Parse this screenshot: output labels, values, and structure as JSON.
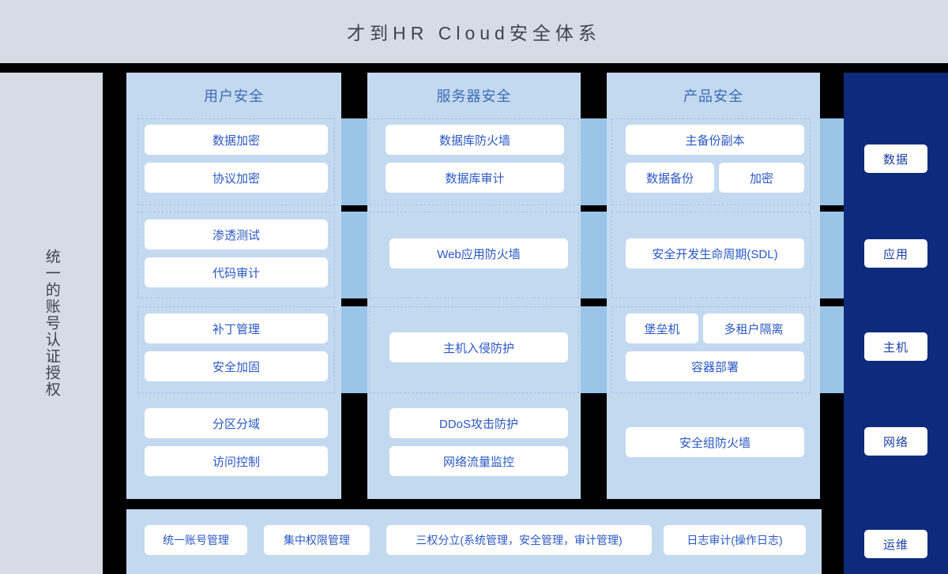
{
  "header": {
    "title": "才到HR Cloud安全体系"
  },
  "left_rail": {
    "label": "统一的账号认证授权"
  },
  "right_rail": {
    "background_color": "#0e2a7c",
    "chips": [
      {
        "label": "数据"
      },
      {
        "label": "应用"
      },
      {
        "label": "主机"
      },
      {
        "label": "网络"
      },
      {
        "label": "运维"
      }
    ]
  },
  "columns": [
    {
      "title": "用户安全",
      "groups": [
        {
          "dashed": true,
          "items": [
            {
              "label": "数据加密"
            },
            {
              "label": "协议加密"
            }
          ]
        },
        {
          "dashed": true,
          "items": [
            {
              "label": "渗透测试"
            },
            {
              "label": "代码审计"
            }
          ]
        },
        {
          "dashed": true,
          "items": [
            {
              "label": "补丁管理"
            },
            {
              "label": "安全加固"
            }
          ]
        },
        {
          "dashed": false,
          "items": [
            {
              "label": "分区分域"
            },
            {
              "label": "访问控制"
            }
          ]
        }
      ]
    },
    {
      "title": "服务器安全",
      "groups": [
        {
          "dashed": true,
          "items": [
            {
              "label": "数据库防火墙"
            },
            {
              "label": "数据库审计"
            }
          ]
        },
        {
          "dashed": true,
          "items": [
            {
              "label": "Web应用防火墙"
            }
          ]
        },
        {
          "dashed": true,
          "items": [
            {
              "label": "主机入侵防护"
            }
          ]
        },
        {
          "dashed": false,
          "items": [
            {
              "label": "DDoS攻击防护"
            },
            {
              "label": "网络流量监控"
            }
          ]
        }
      ]
    },
    {
      "title": "产品安全",
      "groups": [
        {
          "dashed": true,
          "items": [
            {
              "label": "主备份副本"
            },
            {
              "label": "数据备份"
            },
            {
              "label": "加密"
            }
          ]
        },
        {
          "dashed": true,
          "items": [
            {
              "label": "安全开发生命周期(SDL)"
            }
          ]
        },
        {
          "dashed": true,
          "items": [
            {
              "label": "堡垒机"
            },
            {
              "label": "多租户隔离"
            },
            {
              "label": "容器部署"
            }
          ]
        },
        {
          "dashed": false,
          "items": [
            {
              "label": "安全组防火墙"
            }
          ]
        }
      ]
    }
  ],
  "bottom_bar": {
    "chips": [
      {
        "label": "统一账号管理"
      },
      {
        "label": "集中权限管理"
      },
      {
        "label": "三权分立(系统管理，安全管理，审计管理)"
      },
      {
        "label": "日志审计(操作日志)"
      }
    ]
  },
  "colors": {
    "page_background": "#000000",
    "header_background": "#d5dce5",
    "panel_background": "#c3d9f0",
    "connector_band": "#9bc4e9",
    "accent_text": "#2a58c4",
    "title_text": "#3c6cb5",
    "navy": "#0e2a7c"
  }
}
